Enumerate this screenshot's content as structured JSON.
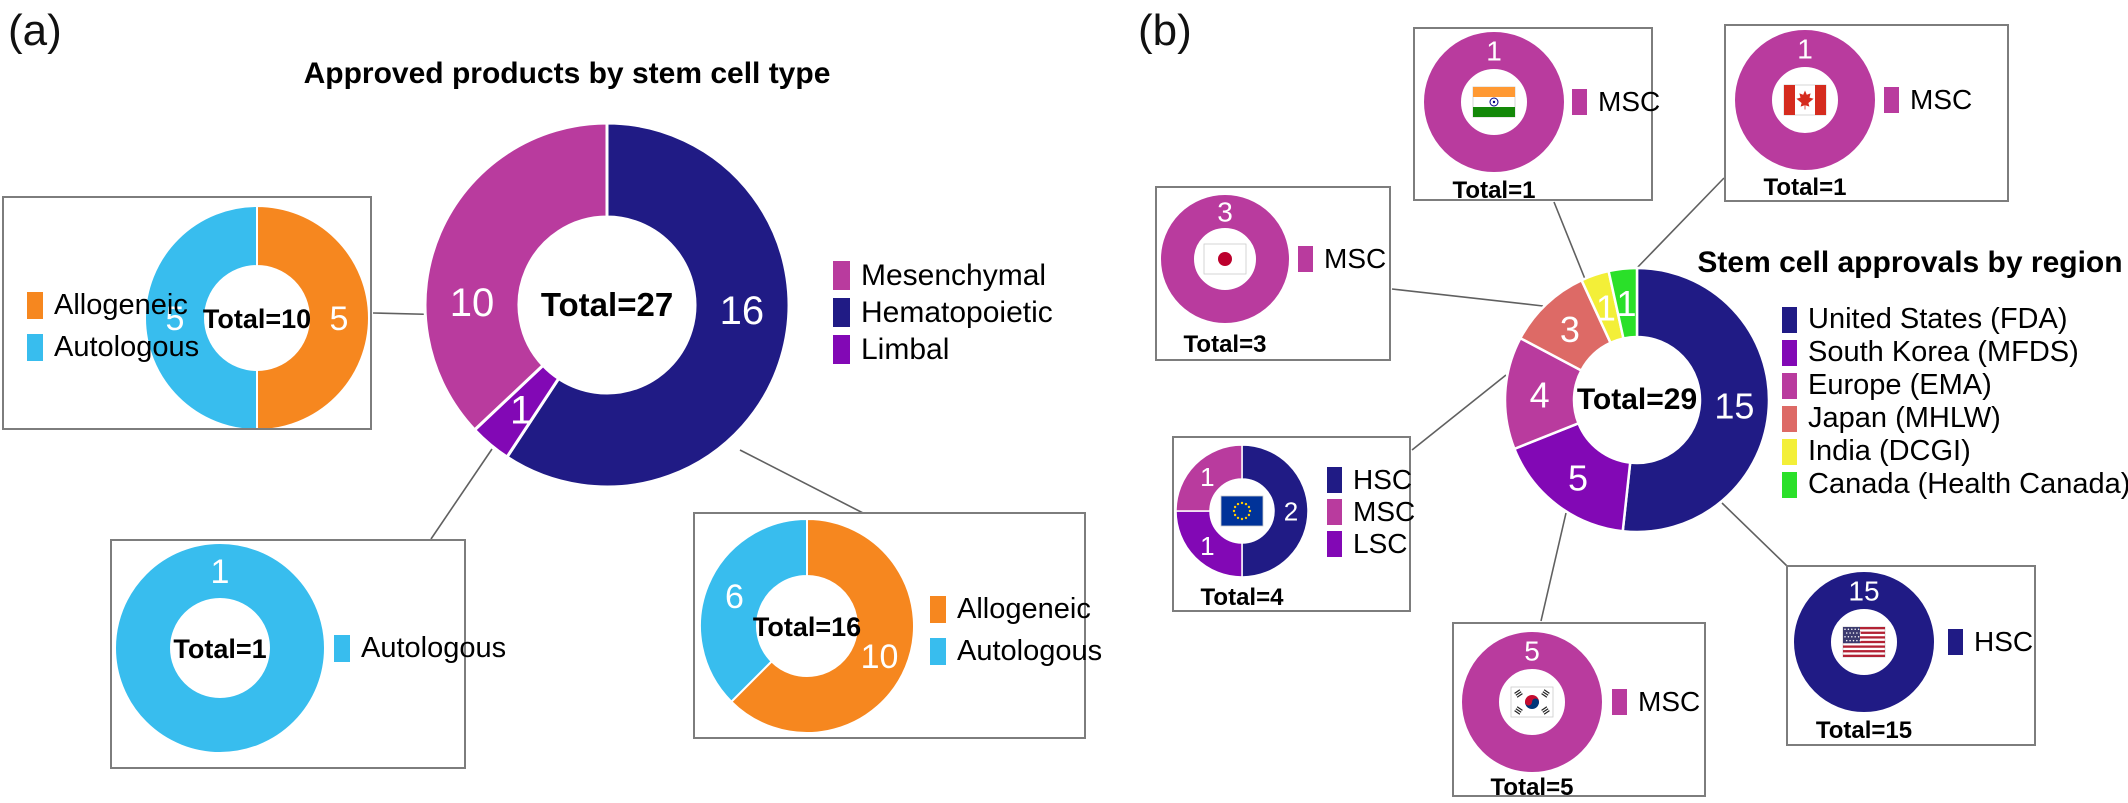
{
  "panel_a": {
    "label": "(a)"
  },
  "panel_b": {
    "label": "(b)"
  },
  "colors": {
    "navy": "#201b85",
    "magenta": "#b93b9e",
    "purple": "#8208b5",
    "orange": "#f6871f",
    "cyan": "#38bdee",
    "salmon": "#dd6a66",
    "yellow": "#f3ef38",
    "green": "#2ae029"
  },
  "chart_data": [
    {
      "id": "stem-cell-type-main",
      "type": "donut",
      "title": "Approved products by stem cell type",
      "total_label": "Total=27",
      "segments": [
        {
          "name": "Hematopoietic",
          "value": 16,
          "color": "navy"
        },
        {
          "name": "Limbal",
          "value": 1,
          "color": "purple"
        },
        {
          "name": "Mesenchymal",
          "value": 10,
          "color": "magenta"
        }
      ],
      "legend": [
        {
          "label": "Mesenchymal",
          "color": "magenta"
        },
        {
          "label": "Hematopoietic",
          "color": "navy"
        },
        {
          "label": "Limbal",
          "color": "purple"
        }
      ]
    },
    {
      "id": "mesenchymal-breakdown",
      "type": "donut",
      "total_label": "Total=10",
      "segments": [
        {
          "name": "Allogeneic",
          "value": 5,
          "color": "orange"
        },
        {
          "name": "Autologous",
          "value": 5,
          "color": "cyan"
        }
      ],
      "legend": [
        {
          "label": "Allogeneic",
          "color": "orange"
        },
        {
          "label": "Autologous",
          "color": "cyan"
        }
      ]
    },
    {
      "id": "limbal-breakdown",
      "type": "donut",
      "total_label": "Total=1",
      "segments": [
        {
          "name": "Autologous",
          "value": 1,
          "color": "cyan"
        }
      ],
      "legend": [
        {
          "label": "Autologous",
          "color": "cyan"
        }
      ]
    },
    {
      "id": "hematopoietic-breakdown",
      "type": "donut",
      "total_label": "Total=16",
      "segments": [
        {
          "name": "Allogeneic",
          "value": 10,
          "color": "orange"
        },
        {
          "name": "Autologous",
          "value": 6,
          "color": "cyan"
        }
      ],
      "legend": [
        {
          "label": "Allogeneic",
          "color": "orange"
        },
        {
          "label": "Autologous",
          "color": "cyan"
        }
      ]
    },
    {
      "id": "region-main",
      "type": "donut",
      "title": "Stem cell approvals by region",
      "total_label": "Total=29",
      "segments": [
        {
          "name": "United States (FDA)",
          "value": 15,
          "color": "navy"
        },
        {
          "name": "South Korea (MFDS)",
          "value": 5,
          "color": "purple"
        },
        {
          "name": "Europe (EMA)",
          "value": 4,
          "color": "magenta"
        },
        {
          "name": "Japan (MHLW)",
          "value": 3,
          "color": "salmon"
        },
        {
          "name": "India (DCGI)",
          "value": 1,
          "color": "yellow"
        },
        {
          "name": "Canada (Health Canada)",
          "value": 1,
          "color": "green"
        }
      ],
      "legend": [
        {
          "label": "United States (FDA)",
          "color": "navy"
        },
        {
          "label": "South Korea (MFDS)",
          "color": "purple"
        },
        {
          "label": "Europe (EMA)",
          "color": "magenta"
        },
        {
          "label": "Japan (MHLW)",
          "color": "salmon"
        },
        {
          "label": "India (DCGI)",
          "color": "yellow"
        },
        {
          "label": "Canada (Health Canada)",
          "color": "green"
        }
      ]
    },
    {
      "id": "india",
      "type": "donut",
      "flag": "india",
      "total_label": "Total=1",
      "segments": [
        {
          "name": "MSC",
          "value": 1,
          "color": "magenta"
        }
      ],
      "legend": [
        {
          "label": "MSC",
          "color": "magenta"
        }
      ]
    },
    {
      "id": "canada",
      "type": "donut",
      "flag": "canada",
      "total_label": "Total=1",
      "segments": [
        {
          "name": "MSC",
          "value": 1,
          "color": "magenta"
        }
      ],
      "legend": [
        {
          "label": "MSC",
          "color": "magenta"
        }
      ]
    },
    {
      "id": "japan",
      "type": "donut",
      "flag": "japan",
      "total_label": "Total=3",
      "segments": [
        {
          "name": "MSC",
          "value": 3,
          "color": "magenta"
        }
      ],
      "legend": [
        {
          "label": "MSC",
          "color": "magenta"
        }
      ]
    },
    {
      "id": "europe",
      "type": "donut",
      "flag": "eu",
      "total_label": "Total=4",
      "segments": [
        {
          "name": "HSC",
          "value": 2,
          "color": "navy"
        },
        {
          "name": "LSC",
          "value": 1,
          "color": "purple"
        },
        {
          "name": "MSC",
          "value": 1,
          "color": "magenta"
        }
      ],
      "legend": [
        {
          "label": "HSC",
          "color": "navy"
        },
        {
          "label": "MSC",
          "color": "magenta"
        },
        {
          "label": "LSC",
          "color": "purple"
        }
      ]
    },
    {
      "id": "south-korea",
      "type": "donut",
      "flag": "south_korea",
      "total_label": "Total=5",
      "segments": [
        {
          "name": "MSC",
          "value": 5,
          "color": "magenta"
        }
      ],
      "legend": [
        {
          "label": "MSC",
          "color": "magenta"
        }
      ]
    },
    {
      "id": "united-states",
      "type": "donut",
      "flag": "us",
      "total_label": "Total=15",
      "segments": [
        {
          "name": "HSC",
          "value": 15,
          "color": "navy"
        }
      ],
      "legend": [
        {
          "label": "HSC",
          "color": "navy"
        }
      ]
    }
  ]
}
